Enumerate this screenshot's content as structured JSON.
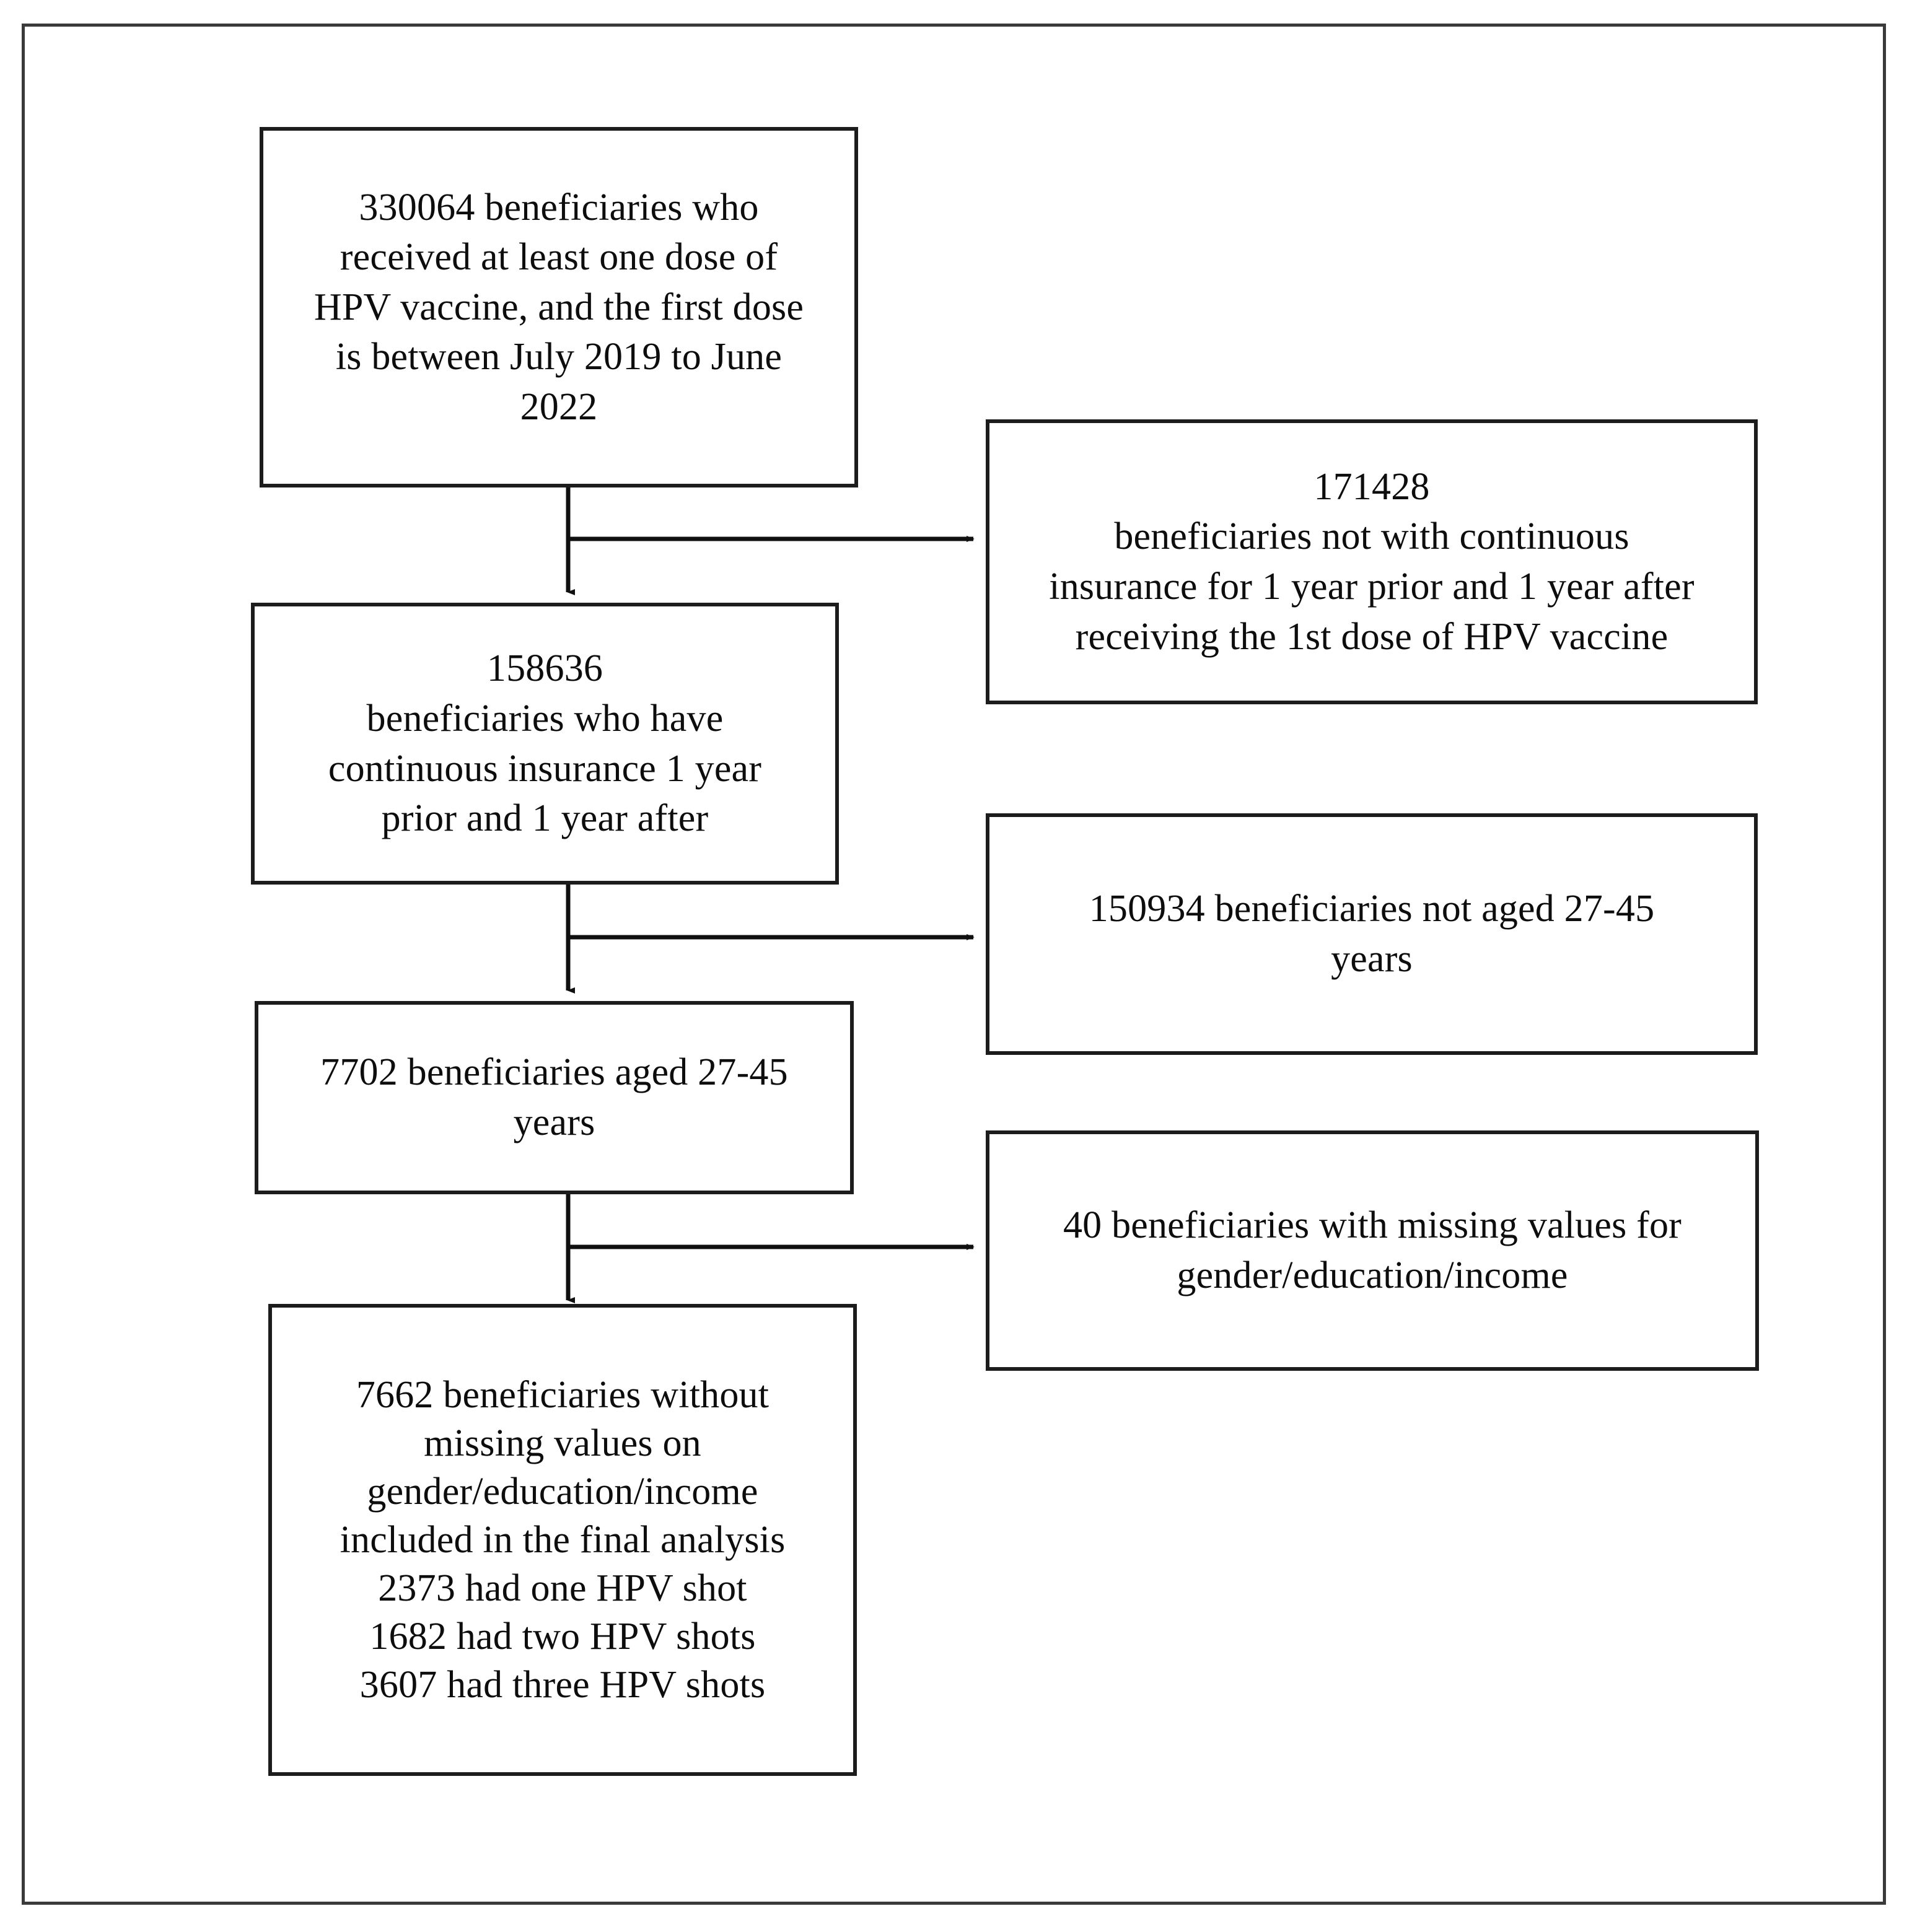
{
  "chart_data": {
    "type": "diagram",
    "title": "HPV vaccine beneficiary cohort selection flowchart",
    "diagram_kind": "study-inclusion-flowchart",
    "nodes": [
      {
        "id": "node-initial-cohort",
        "column": "main",
        "value": 330064,
        "text": "330064 beneficiaries who\nreceived at least one dose of\nHPV vaccine, and the first dose\nis between July 2019 to June\n2022"
      },
      {
        "id": "node-excluded-insurance",
        "column": "excluded",
        "value": 171428,
        "text": "171428\nbeneficiaries not with continuous\ninsurance for 1 year prior and 1 year after\nreceiving the 1st dose of HPV vaccine"
      },
      {
        "id": "node-continuous-insurance",
        "column": "main",
        "value": 158636,
        "text": "158636\nbeneficiaries who have\ncontinuous insurance 1 year\nprior and 1 year after"
      },
      {
        "id": "node-excluded-age",
        "column": "excluded",
        "value": 150934,
        "text": "150934 beneficiaries not aged 27-45\nyears"
      },
      {
        "id": "node-aged-27-45",
        "column": "main",
        "value": 7702,
        "text": "7702 beneficiaries aged 27-45\nyears"
      },
      {
        "id": "node-excluded-missing",
        "column": "excluded",
        "value": 40,
        "text": "40 beneficiaries with missing values for\ngender/education/income"
      },
      {
        "id": "node-final-analysis",
        "column": "main",
        "value": 7662,
        "text": "7662 beneficiaries without\nmissing values on\ngender/education/income\nincluded in the final analysis\n2373 had one HPV shot\n1682 had two HPV shots\n3607 had three HPV shots"
      }
    ],
    "edges": [
      {
        "from": "node-initial-cohort",
        "to": "node-continuous-insurance",
        "kind": "down-arrow"
      },
      {
        "from": "node-initial-cohort",
        "to": "node-excluded-insurance",
        "kind": "right-arrow"
      },
      {
        "from": "node-continuous-insurance",
        "to": "node-aged-27-45",
        "kind": "down-arrow"
      },
      {
        "from": "node-continuous-insurance",
        "to": "node-excluded-age",
        "kind": "right-arrow"
      },
      {
        "from": "node-aged-27-45",
        "to": "node-final-analysis",
        "kind": "down-arrow"
      },
      {
        "from": "node-aged-27-45",
        "to": "node-excluded-missing",
        "kind": "right-arrow"
      }
    ],
    "colors": {
      "box_border": "#1c1c1c",
      "frame_border": "#3a3a3a",
      "background": "#ffffff",
      "text": "#0d0d0d",
      "connector": "#101010"
    },
    "final_breakdown": {
      "one_shot": 2373,
      "two_shots": 1682,
      "three_shots": 3607,
      "total": 7662
    }
  },
  "boxes": {
    "initial_cohort": "330064 beneficiaries who\nreceived at least one dose of\nHPV vaccine, and the first dose\nis between July 2019 to June\n2022",
    "excluded_insurance": "171428\nbeneficiaries not with continuous\ninsurance for 1 year prior and 1 year after\nreceiving the 1st dose of HPV vaccine",
    "continuous_insurance": "158636\nbeneficiaries who have\ncontinuous insurance 1 year\nprior and 1 year after",
    "excluded_age": "150934 beneficiaries not aged 27-45\nyears",
    "aged_27_45": "7702 beneficiaries aged 27-45\nyears",
    "excluded_missing": "40 beneficiaries with missing values for\ngender/education/income",
    "final_analysis": "7662 beneficiaries without\nmissing values on\ngender/education/income\nincluded in the final analysis\n2373 had one HPV shot\n1682 had two HPV shots\n3607 had three HPV shots"
  }
}
